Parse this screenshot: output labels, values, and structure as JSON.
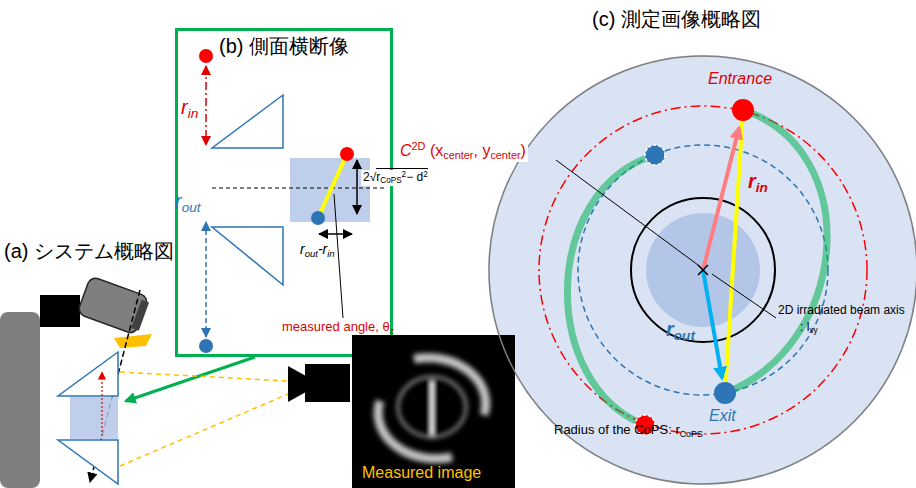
{
  "diagram": {
    "nodes": [
      {
        "text": [
          "(b) 側面横断像"
        ]
      },
      {
        "text": [
          "Measured image"
        ]
      },
      {
        "text": [
          "Radius of the CoPS: r",
          "CoPS"
        ]
      }
    ],
    "labels": [
      "(a) システム概略図",
      "r",
      "in",
      "r",
      "out",
      "2",
      "√",
      "r",
      "CoPS",
      "2",
      "− d",
      "2",
      "r",
      "out",
      "-r",
      "in",
      "measured angle, θ",
      "z",
      "C",
      "2D",
      " (x",
      "center",
      ", y",
      "center",
      ")",
      "(c) 測定画像概略図",
      "Entrance",
      "Exit",
      "r",
      "in",
      "r",
      "out",
      "2D irradiated beam axis",
      ": l",
      "xy"
    ]
  }
}
